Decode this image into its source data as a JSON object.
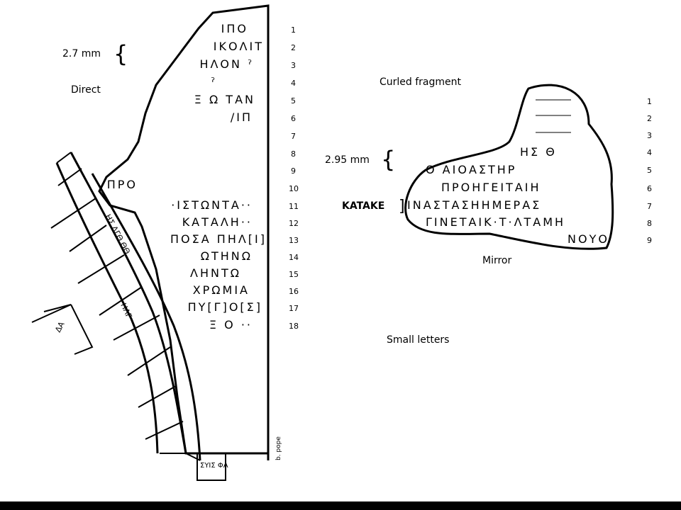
{
  "labels": {
    "direct": "Direct",
    "mm_left": "2.7 mm",
    "curled": "Curled fragment",
    "mm_right": "2.95 mm",
    "katake": "KATAKE",
    "mirror": "Mirror",
    "small_letters": "Small letters",
    "signature": "b. pope"
  },
  "left_text": [
    "ΙΠΟ",
    "ΙΚΟΛΙΤ",
    "ΗΛΟΝ ˀ",
    "ˀ",
    "Ξ Ω      ΤΑΝ",
    "/ΙΠ",
    "ΠΡΟ",
    "·ΙΣΤΩΝΤΑ··",
    "ΚΑΤΑΛΗ··",
    "ΠΟΣΑ ΠΗΛ[Ι]",
    "ΩΤΗΝΩ",
    "ΛΗΝΤΩ",
    "ΧΡΩΜΙΑ",
    "ΠΥ[Γ]Ο[Σ]",
    "Ξ Ο ··"
  ],
  "left_numbers": [
    "1",
    "2",
    "3",
    "4",
    "5",
    "6",
    "7",
    "8",
    "9",
    "10",
    "11",
    "12",
    "13",
    "14",
    "15",
    "16",
    "17",
    "18"
  ],
  "right_text": [
    "ΗΣ      Θ",
    "Ο     ΑΙΟΑΣΤΗΡ",
    "ΠΡΟΗΓΕΙΤΑΙΗ",
    "ΙΝΑΣΤΑΣΗΗΜΕΡΑΣ",
    "ΓΙΝΕΤΑΙΚ·Τ·ΛΤΑΜΗ",
    "ΝΟΥΟ"
  ],
  "right_numbers": [
    "1",
    "2",
    "3",
    "4",
    "5",
    "6",
    "7",
    "8",
    "9"
  ],
  "dial_text": {
    "upper": "ΗΣ ΛΓΘ ΘΘ",
    "middle": "ΗΛΓ",
    "outer_tab": "ΔΑ",
    "bottom": "ΣΥΙΣ ΦΑ"
  }
}
